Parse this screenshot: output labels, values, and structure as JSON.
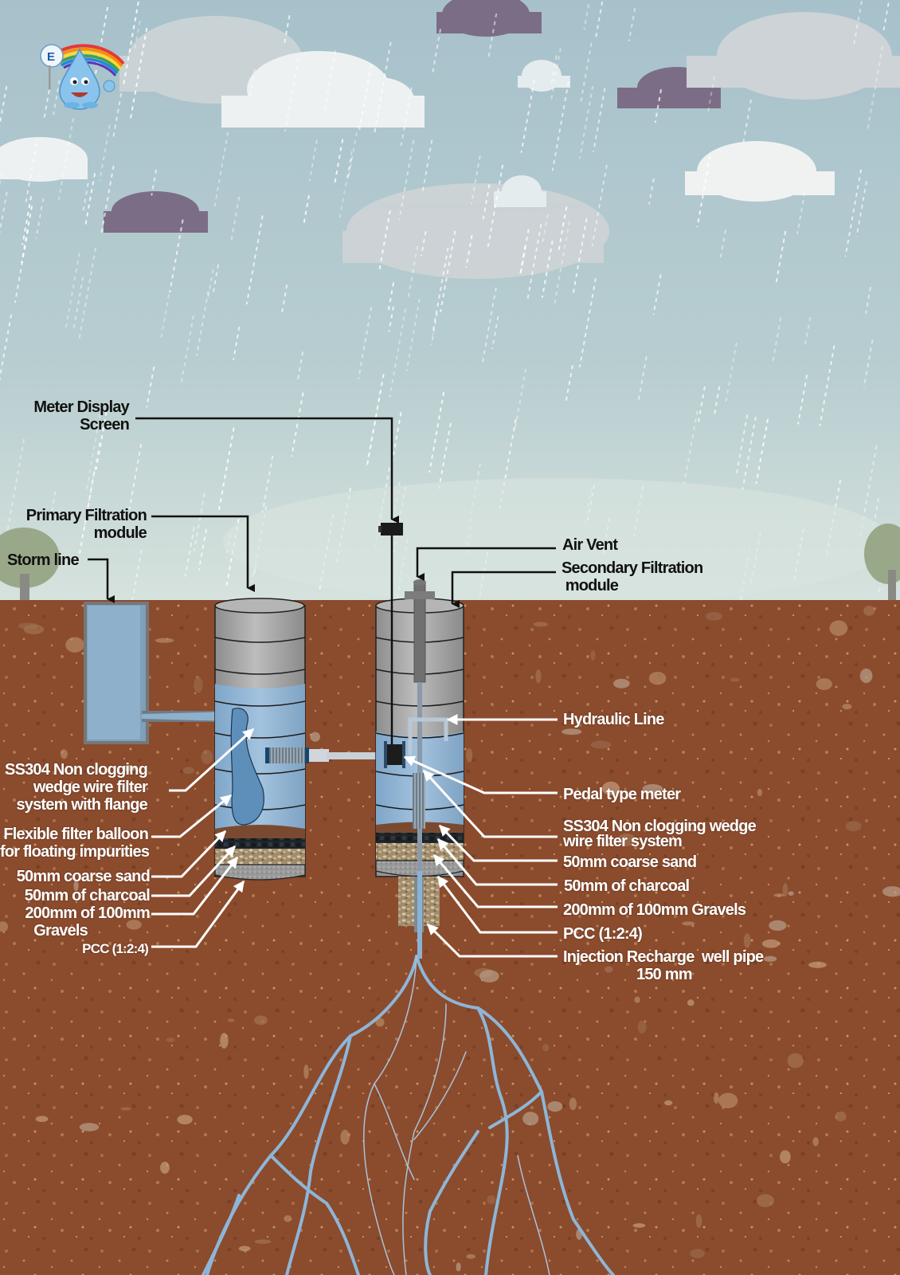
{
  "diagram": {
    "subject": "Rainwater harvesting injection recharge well with primary and secondary filtration modules",
    "logo": {
      "icon": "water-drop-mascot-rainbow-icon",
      "badge_letter": "E"
    },
    "colors": {
      "sky": "#a9c4cc",
      "sky_horizon": "#d3e0dc",
      "soil": "#8a4a2c",
      "water": "#8fb3d3",
      "tank_steel": "#a9a9a9",
      "dark_cloud": "#7d6e86",
      "root_water": "#8db4d6",
      "label_dark": "#111111",
      "label_light": "#ffffff"
    },
    "labels_top": {
      "meter_display": [
        "Meter Display",
        "Screen"
      ],
      "primary_module": [
        "Primary Filtration",
        "module"
      ],
      "storm_line": "Storm line",
      "air_vent": "Air Vent",
      "secondary_module": [
        "Secondary Filtration",
        " module"
      ]
    },
    "labels_left": {
      "wedge_filter_flange": [
        "SS304 Non clogging",
        "wedge wire filter",
        "system with flange"
      ],
      "filter_balloon": [
        "Flexible filter balloon",
        "for floating impurities"
      ],
      "coarse_sand": "50mm coarse sand",
      "charcoal": "50mm of charcoal",
      "gravels": [
        "200mm of 100mm",
        "Gravels"
      ],
      "pcc": "PCC (1:2:4)"
    },
    "labels_right": {
      "hydraulic_line": "Hydraulic Line",
      "pedal_meter": "Pedal type meter",
      "wedge_filter": [
        "SS304 Non clogging wedge",
        "wire filter system"
      ],
      "coarse_sand": "50mm coarse sand",
      "charcoal": "50mm of charcoal",
      "gravels": "200mm of 100mm Gravels",
      "pcc": "PCC (1:2:4)",
      "injection_pipe": [
        "Injection Recharge  well pipe",
        "150 mm"
      ]
    }
  }
}
